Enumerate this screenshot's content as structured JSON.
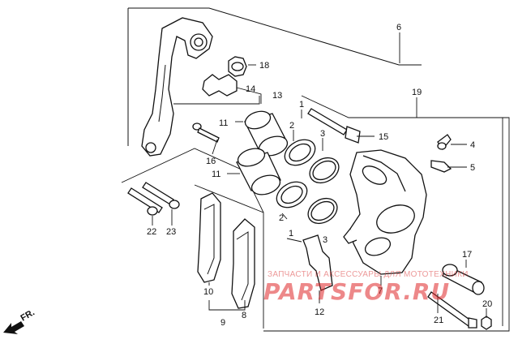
{
  "callouts": {
    "c1a": "1",
    "c1b": "1",
    "c2a": "2",
    "c2b": "2",
    "c3a": "3",
    "c3b": "3",
    "c4": "4",
    "c5": "5",
    "c6": "6",
    "c7": "7",
    "c8": "8",
    "c9": "9",
    "c10": "10",
    "c11a": "11",
    "c11b": "11",
    "c12": "12",
    "c13": "13",
    "c14": "14",
    "c15": "15",
    "c16": "16",
    "c17": "17",
    "c18": "18",
    "c19": "19",
    "c20": "20",
    "c21": "21",
    "c22": "22",
    "c23": "23"
  },
  "front_indicator": "FR.",
  "watermark": {
    "line1": "ЗАПЧАСТИ И АКСЕССУАРЫ ДЛЯ МОТОТЕХНИКИ",
    "line2": "PARTSFOR.RU"
  },
  "colors": {
    "line": "#111111",
    "watermark": "#e0282a"
  }
}
